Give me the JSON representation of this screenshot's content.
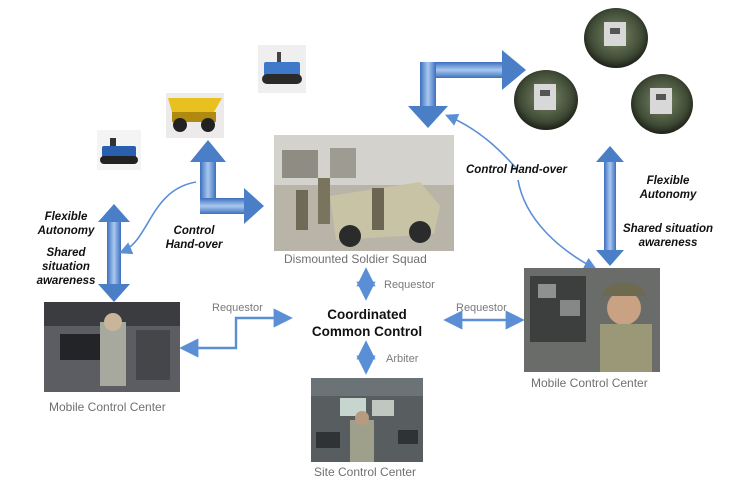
{
  "center": {
    "line1": "Coordinated",
    "line2": "Common Control"
  },
  "captions": {
    "squad": "Dismounted Soldier Squad",
    "mcc_left": "Mobile Control Center",
    "mcc_right": "Mobile Control Center",
    "site": "Site Control Center"
  },
  "left_labels": {
    "flexible": "Flexible",
    "autonomy": "Autonomy",
    "shared1": "Shared",
    "shared2": "situation",
    "shared3": "awareness"
  },
  "right_labels": {
    "flexible": "Flexible",
    "autonomy": "Autonomy",
    "shared1": "Shared situation",
    "shared2": "awareness"
  },
  "handover_left": {
    "line1": "Control",
    "line2": "Hand-over"
  },
  "handover_right": "Control Hand-over",
  "links": {
    "req_top": "Requestor",
    "req_left": "Requestor",
    "req_right": "Requestor",
    "arbiter": "Arbiter"
  },
  "colors": {
    "arrow": "#4a7fc8",
    "arrow_light": "#9ec0ea",
    "arrow_thin": "#5a8fd6"
  }
}
